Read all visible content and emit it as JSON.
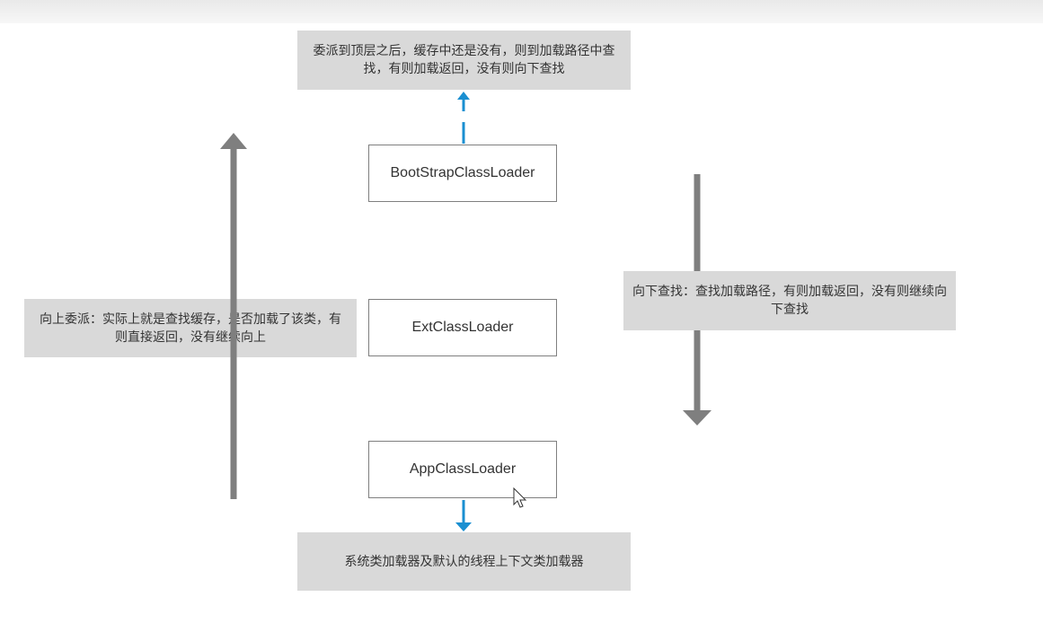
{
  "notes": {
    "top": "委派到顶层之后，缓存中还是没有，则到加载路径中查找，有则加载返回，没有则向下查找",
    "left": "向上委派：实际上就是查找缓存，是否加载了该类，有则直接返回，没有继续向上",
    "right": "向下查找：查找加载路径，有则加载返回，没有则继续向下查找",
    "bottom": "系统类加载器及默认的线程上下文类加载器"
  },
  "loaders": {
    "bootstrap": "BootStrapClassLoader",
    "ext": "ExtClassLoader",
    "app": "AppClassLoader"
  },
  "colors": {
    "note_bg": "#d9d9d9",
    "arrow_gray": "#7f7f7f",
    "arrow_blue": "#1a8fd1"
  }
}
